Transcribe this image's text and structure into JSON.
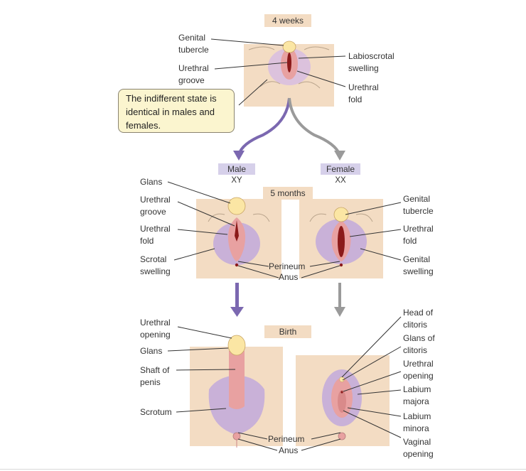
{
  "stages": {
    "week4": "4 weeks",
    "month5": "5 months",
    "birth": "Birth"
  },
  "callout": "The indifferent state is\nidentical in males and\nfemales.",
  "sexes": {
    "male": {
      "label": "Male",
      "chromosomes": "XY"
    },
    "female": {
      "label": "Female",
      "chromosomes": "XX"
    }
  },
  "labels": {
    "genital_tubercle_4w": "Genital\ntubercle",
    "urethral_groove_4w": "Urethral\ngroove",
    "labioscrotal_swelling": "Labioscrotal\nswelling",
    "urethral_fold_4w": "Urethral\nfold",
    "glans_5m": "Glans",
    "urethral_groove_5m": "Urethral\ngroove",
    "urethral_fold_5m_male": "Urethral\nfold",
    "scrotal_swelling": "Scrotal\nswelling",
    "genital_tubercle_5m": "Genital\ntubercle",
    "urethral_fold_5m_female": "Urethral\nfold",
    "genital_swelling": "Genital\nswelling",
    "perineum_5m": "Perineum",
    "anus_5m": "Anus",
    "urethral_opening_male": "Urethral\nopening",
    "glans_birth": "Glans",
    "shaft_of_penis": "Shaft of\npenis",
    "scrotum": "Scrotum",
    "head_of_clitoris": "Head of\nclitoris",
    "glans_of_clitoris": "Glans of\nclitoris",
    "urethral_opening_female": "Urethral\nopening",
    "labium_majora": "Labium\nmajora",
    "labium_minora": "Labium\nminora",
    "vaginal_opening": "Vaginal\nopening",
    "perineum_birth": "Perineum",
    "anus_birth": "Anus"
  },
  "colors": {
    "skin": "#f3dcc3",
    "swelling": "#c9b1d8",
    "fold": "#e8a1a1",
    "tubercle": "#fbe6a4",
    "groove": "#8b1a1a",
    "male_arrow": "#7b68b0",
    "female_arrow": "#9a9a9a"
  }
}
